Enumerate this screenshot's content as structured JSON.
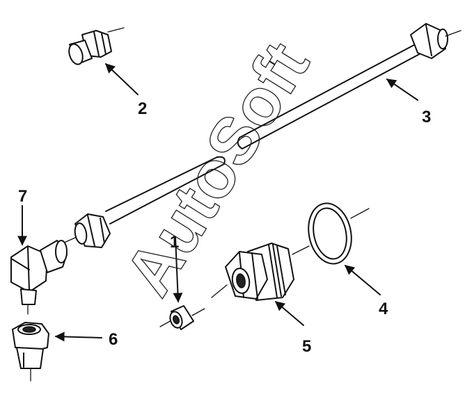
{
  "colors": {
    "line": "#111111",
    "background": "#ffffff"
  },
  "watermark": {
    "text": "AutoSoft"
  },
  "callouts": [
    {
      "id": "1",
      "label": "1"
    },
    {
      "id": "2",
      "label": "2"
    },
    {
      "id": "3",
      "label": "3"
    },
    {
      "id": "4",
      "label": "4"
    },
    {
      "id": "5",
      "label": "5"
    },
    {
      "id": "6",
      "label": "6"
    },
    {
      "id": "7",
      "label": "7"
    }
  ]
}
